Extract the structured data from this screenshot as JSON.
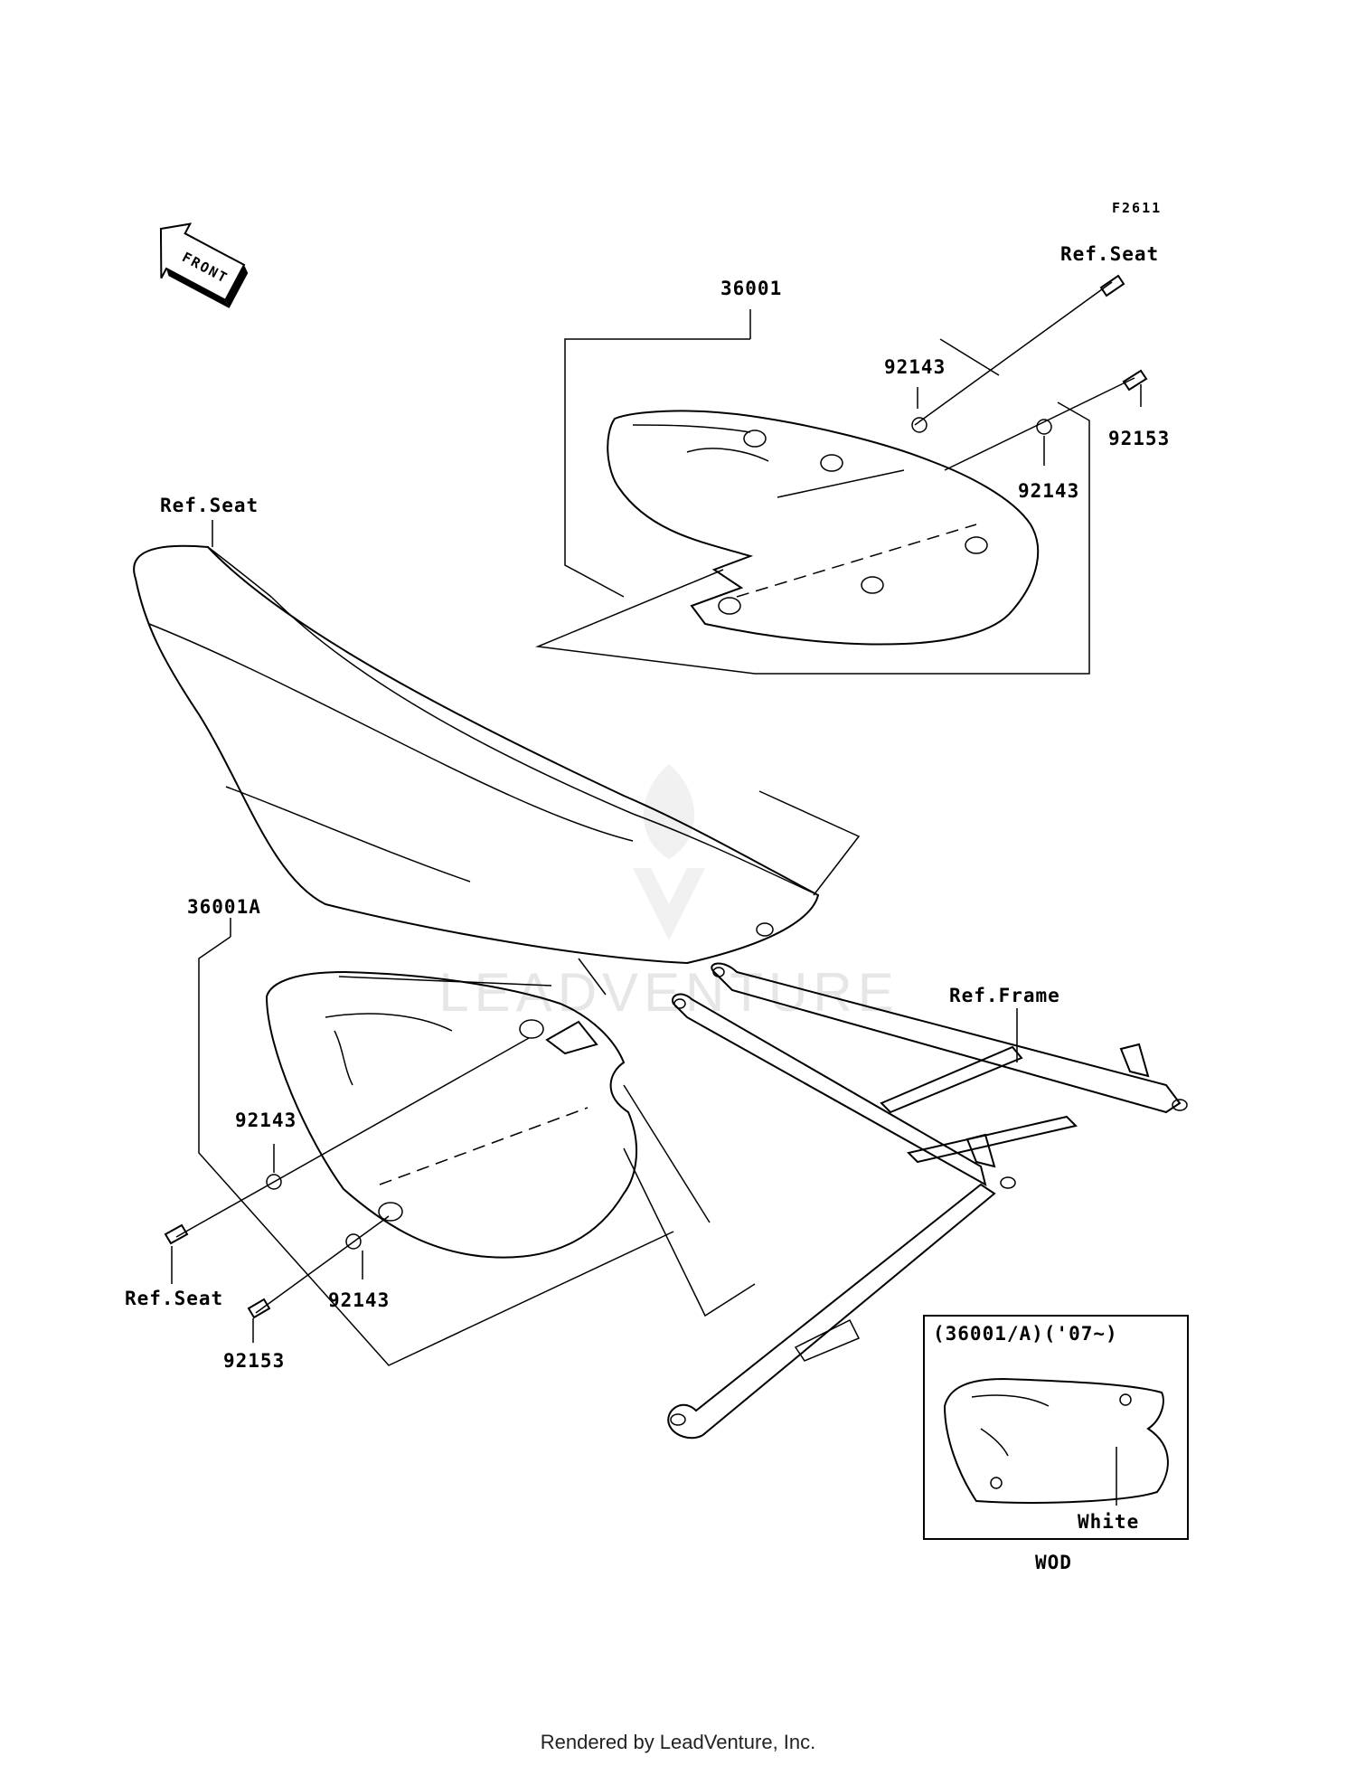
{
  "figure_id": "F2611",
  "front_label": "FRONT",
  "labels": {
    "ref_seat_top_right": "Ref.Seat",
    "part_36001": "36001",
    "washer_92143_top": "92143",
    "bolt_92153_top": "92153",
    "washer_92143_top_right": "92143",
    "ref_seat_seat": "Ref.Seat",
    "part_36001A": "36001A",
    "ref_frame": "Ref.Frame",
    "washer_92143_left": "92143",
    "ref_seat_bottom_left": "Ref.Seat",
    "washer_92143_bottom": "92143",
    "bolt_92153_bottom": "92153"
  },
  "inset": {
    "title": "(36001/A)('07~)",
    "color_label": "White",
    "caption": "WOD"
  },
  "watermark": "LEADVENTURE",
  "footer": "Rendered by LeadVenture, Inc."
}
